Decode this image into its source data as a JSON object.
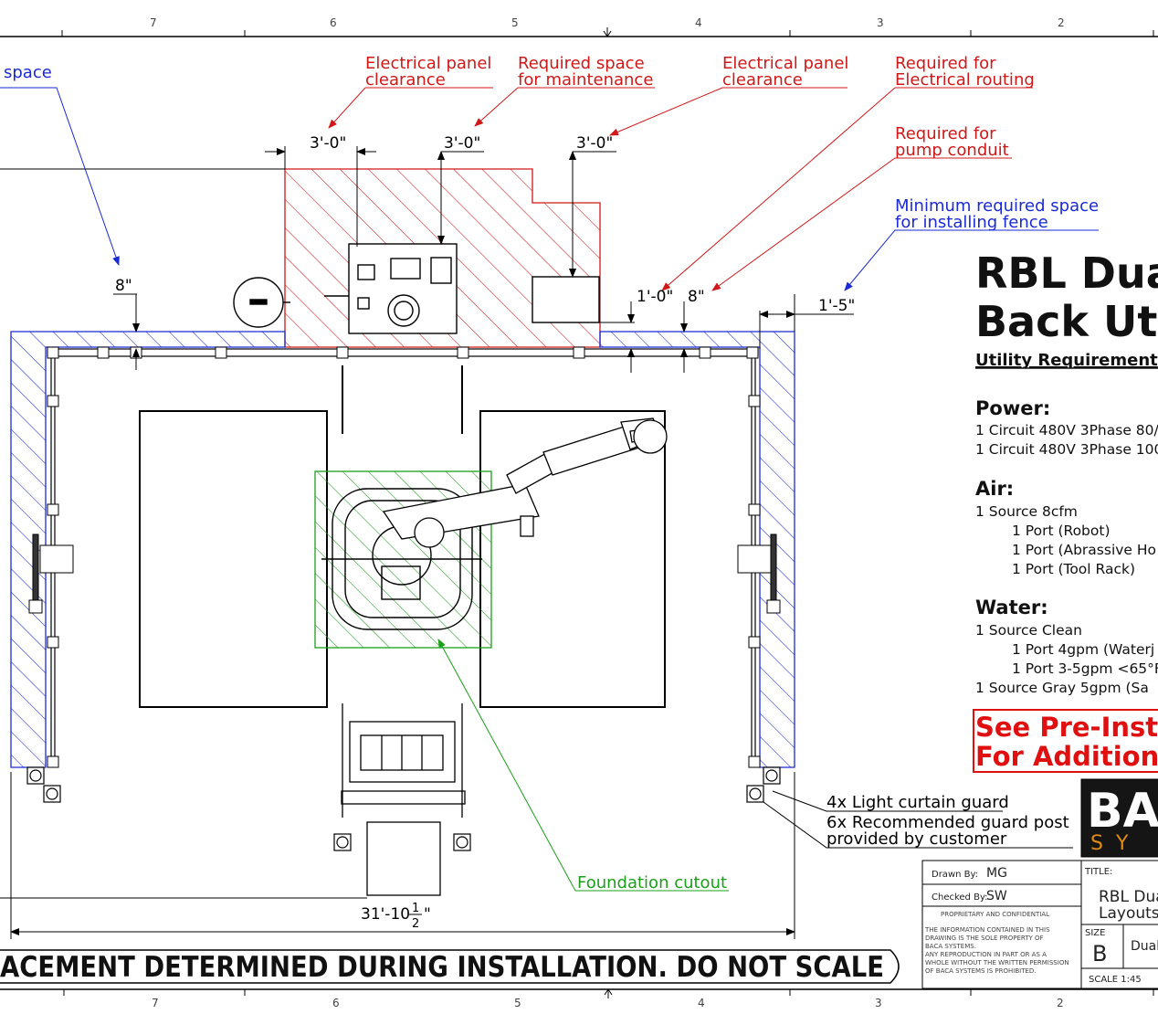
{
  "zones_top": [
    "7",
    "6",
    "5",
    "4",
    "3",
    "2"
  ],
  "zones_bottom": [
    "7",
    "6",
    "5",
    "4",
    "3",
    "2"
  ],
  "annotations": {
    "fence_space_partial": "space",
    "elec_clear_1": [
      "Electrical panel",
      "clearance"
    ],
    "maint_space": [
      "Required space",
      "for maintenance"
    ],
    "elec_clear_2": [
      "Electrical panel",
      "clearance"
    ],
    "elec_routing": [
      "Required for",
      "Electrical routing"
    ],
    "pump_conduit": [
      "Required for",
      "pump conduit"
    ],
    "min_fence": [
      "Minimum required space",
      "for installing fence"
    ],
    "foundation": "Foundation cutout",
    "light_curtain": "4x Light curtain guard",
    "guard_post": [
      "6x Recommended guard post",
      "provided by customer"
    ]
  },
  "dimensions": {
    "d1": "3'-0\"",
    "d2": "3'-0\"",
    "d3": "3'-0\"",
    "d4": "8\"",
    "d5": "1'-0\"",
    "d6": "8\"",
    "d7": "1'-5\"",
    "overall_whole": "31'-10",
    "overall_num": "1",
    "overall_den": "2",
    "overall_unit": "\""
  },
  "title_panel": {
    "title_line1": "RBL Dual",
    "title_line2": "Back Uti",
    "subtitle": "Utility Requirement",
    "sections": [
      {
        "heading": "Power:",
        "lines": [
          {
            "text": "1 Circuit 480V 3Phase 80/",
            "indent": 0
          },
          {
            "text": "1 Circuit 480V 3Phase 100",
            "indent": 0
          }
        ]
      },
      {
        "heading": "Air:",
        "lines": [
          {
            "text": "1 Source 8cfm",
            "indent": 0
          },
          {
            "text": "1 Port (Robot)",
            "indent": 1
          },
          {
            "text": "1 Port (Abrassive Ho",
            "indent": 1
          },
          {
            "text": "1 Port (Tool Rack)",
            "indent": 1
          }
        ]
      },
      {
        "heading": "Water:",
        "lines": [
          {
            "text": "1 Source Clean",
            "indent": 0
          },
          {
            "text": "1 Port 4gpm (Waterj",
            "indent": 1
          },
          {
            "text": "1 Port 3-5gpm <65°F",
            "indent": 1
          },
          {
            "text": "1 Source Gray 5gpm (Sa",
            "indent": 0
          }
        ]
      }
    ],
    "warning_line1": "See Pre-Instal",
    "warning_line2": "For Additiona"
  },
  "title_block": {
    "logo_letters": "BA",
    "logo_sub": "SY",
    "drawn_by_label": "Drawn By:",
    "drawn_by": "MG",
    "checked_by_label": "Checked By:",
    "checked_by": "SW",
    "proprietary": "PROPRIETARY AND CONFIDENTIAL",
    "legal": [
      "THE INFORMATION CONTAINED IN THIS",
      "DRAWING IS THE SOLE PROPERTY OF",
      "BACA SYSTEMS.",
      "ANY REPRODUCTION IN PART OR AS A",
      "WHOLE WITHOUT THE WRITTEN PERMISSION",
      "OF BACA SYSTEMS IS PROHIBITED."
    ],
    "title_label": "TITLE:",
    "title_text1": "RBL Dua",
    "title_text2": "Layouts",
    "size_label": "SIZE",
    "size": "B",
    "dwg_partial": "Dual",
    "scale": "SCALE 1:45"
  },
  "banner": "ACEMENT DETERMINED DURING INSTALLATION. DO NOT SCALE",
  "colors": {
    "red": "#d01818",
    "blue": "#1a2ad6",
    "green": "#1aa01a",
    "warning": "#e01010",
    "logo_bg": "#151515",
    "logo_accent": "#e08a10"
  }
}
